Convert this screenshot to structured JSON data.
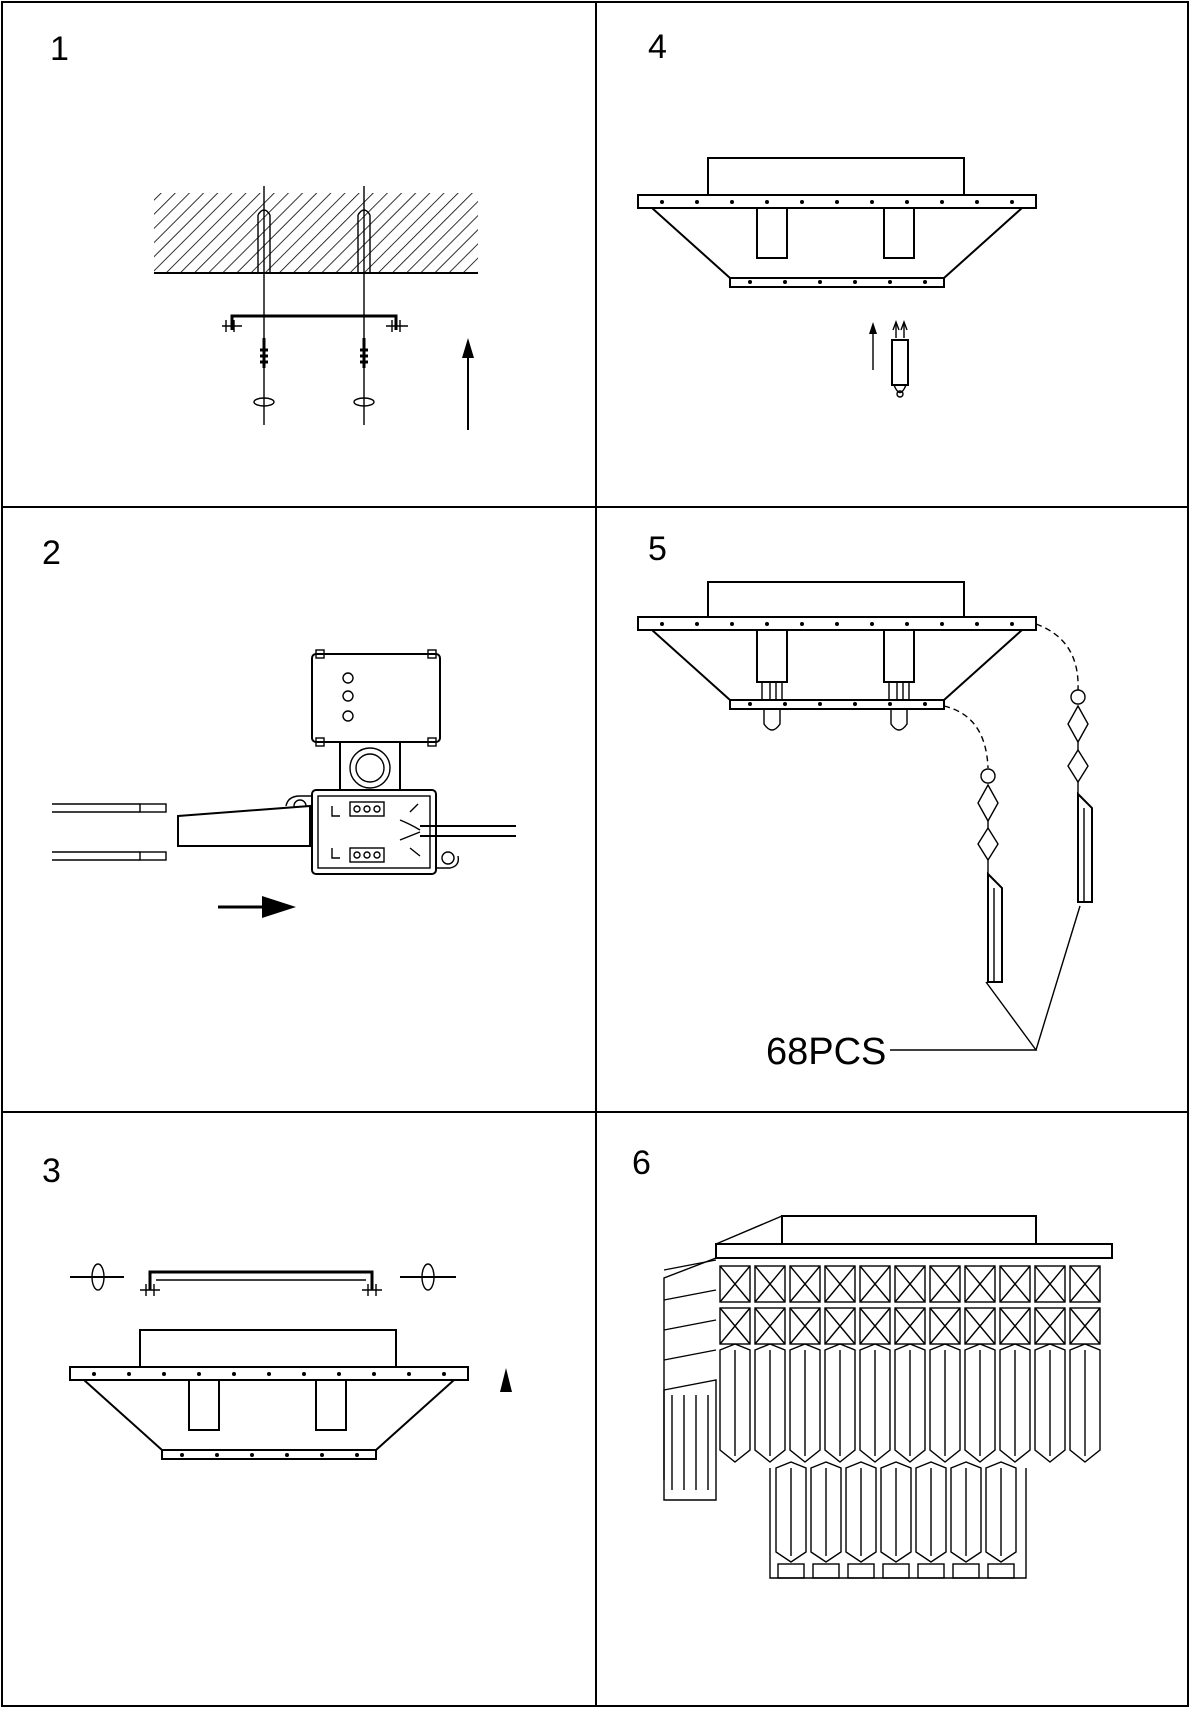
{
  "steps": [
    {
      "number": "1"
    },
    {
      "number": "2"
    },
    {
      "number": "3"
    },
    {
      "number": "4"
    },
    {
      "number": "5"
    },
    {
      "number": "6"
    }
  ],
  "step5": {
    "quantity_label": "68PCS"
  },
  "colors": {
    "line": "#000000",
    "background": "#ffffff"
  }
}
